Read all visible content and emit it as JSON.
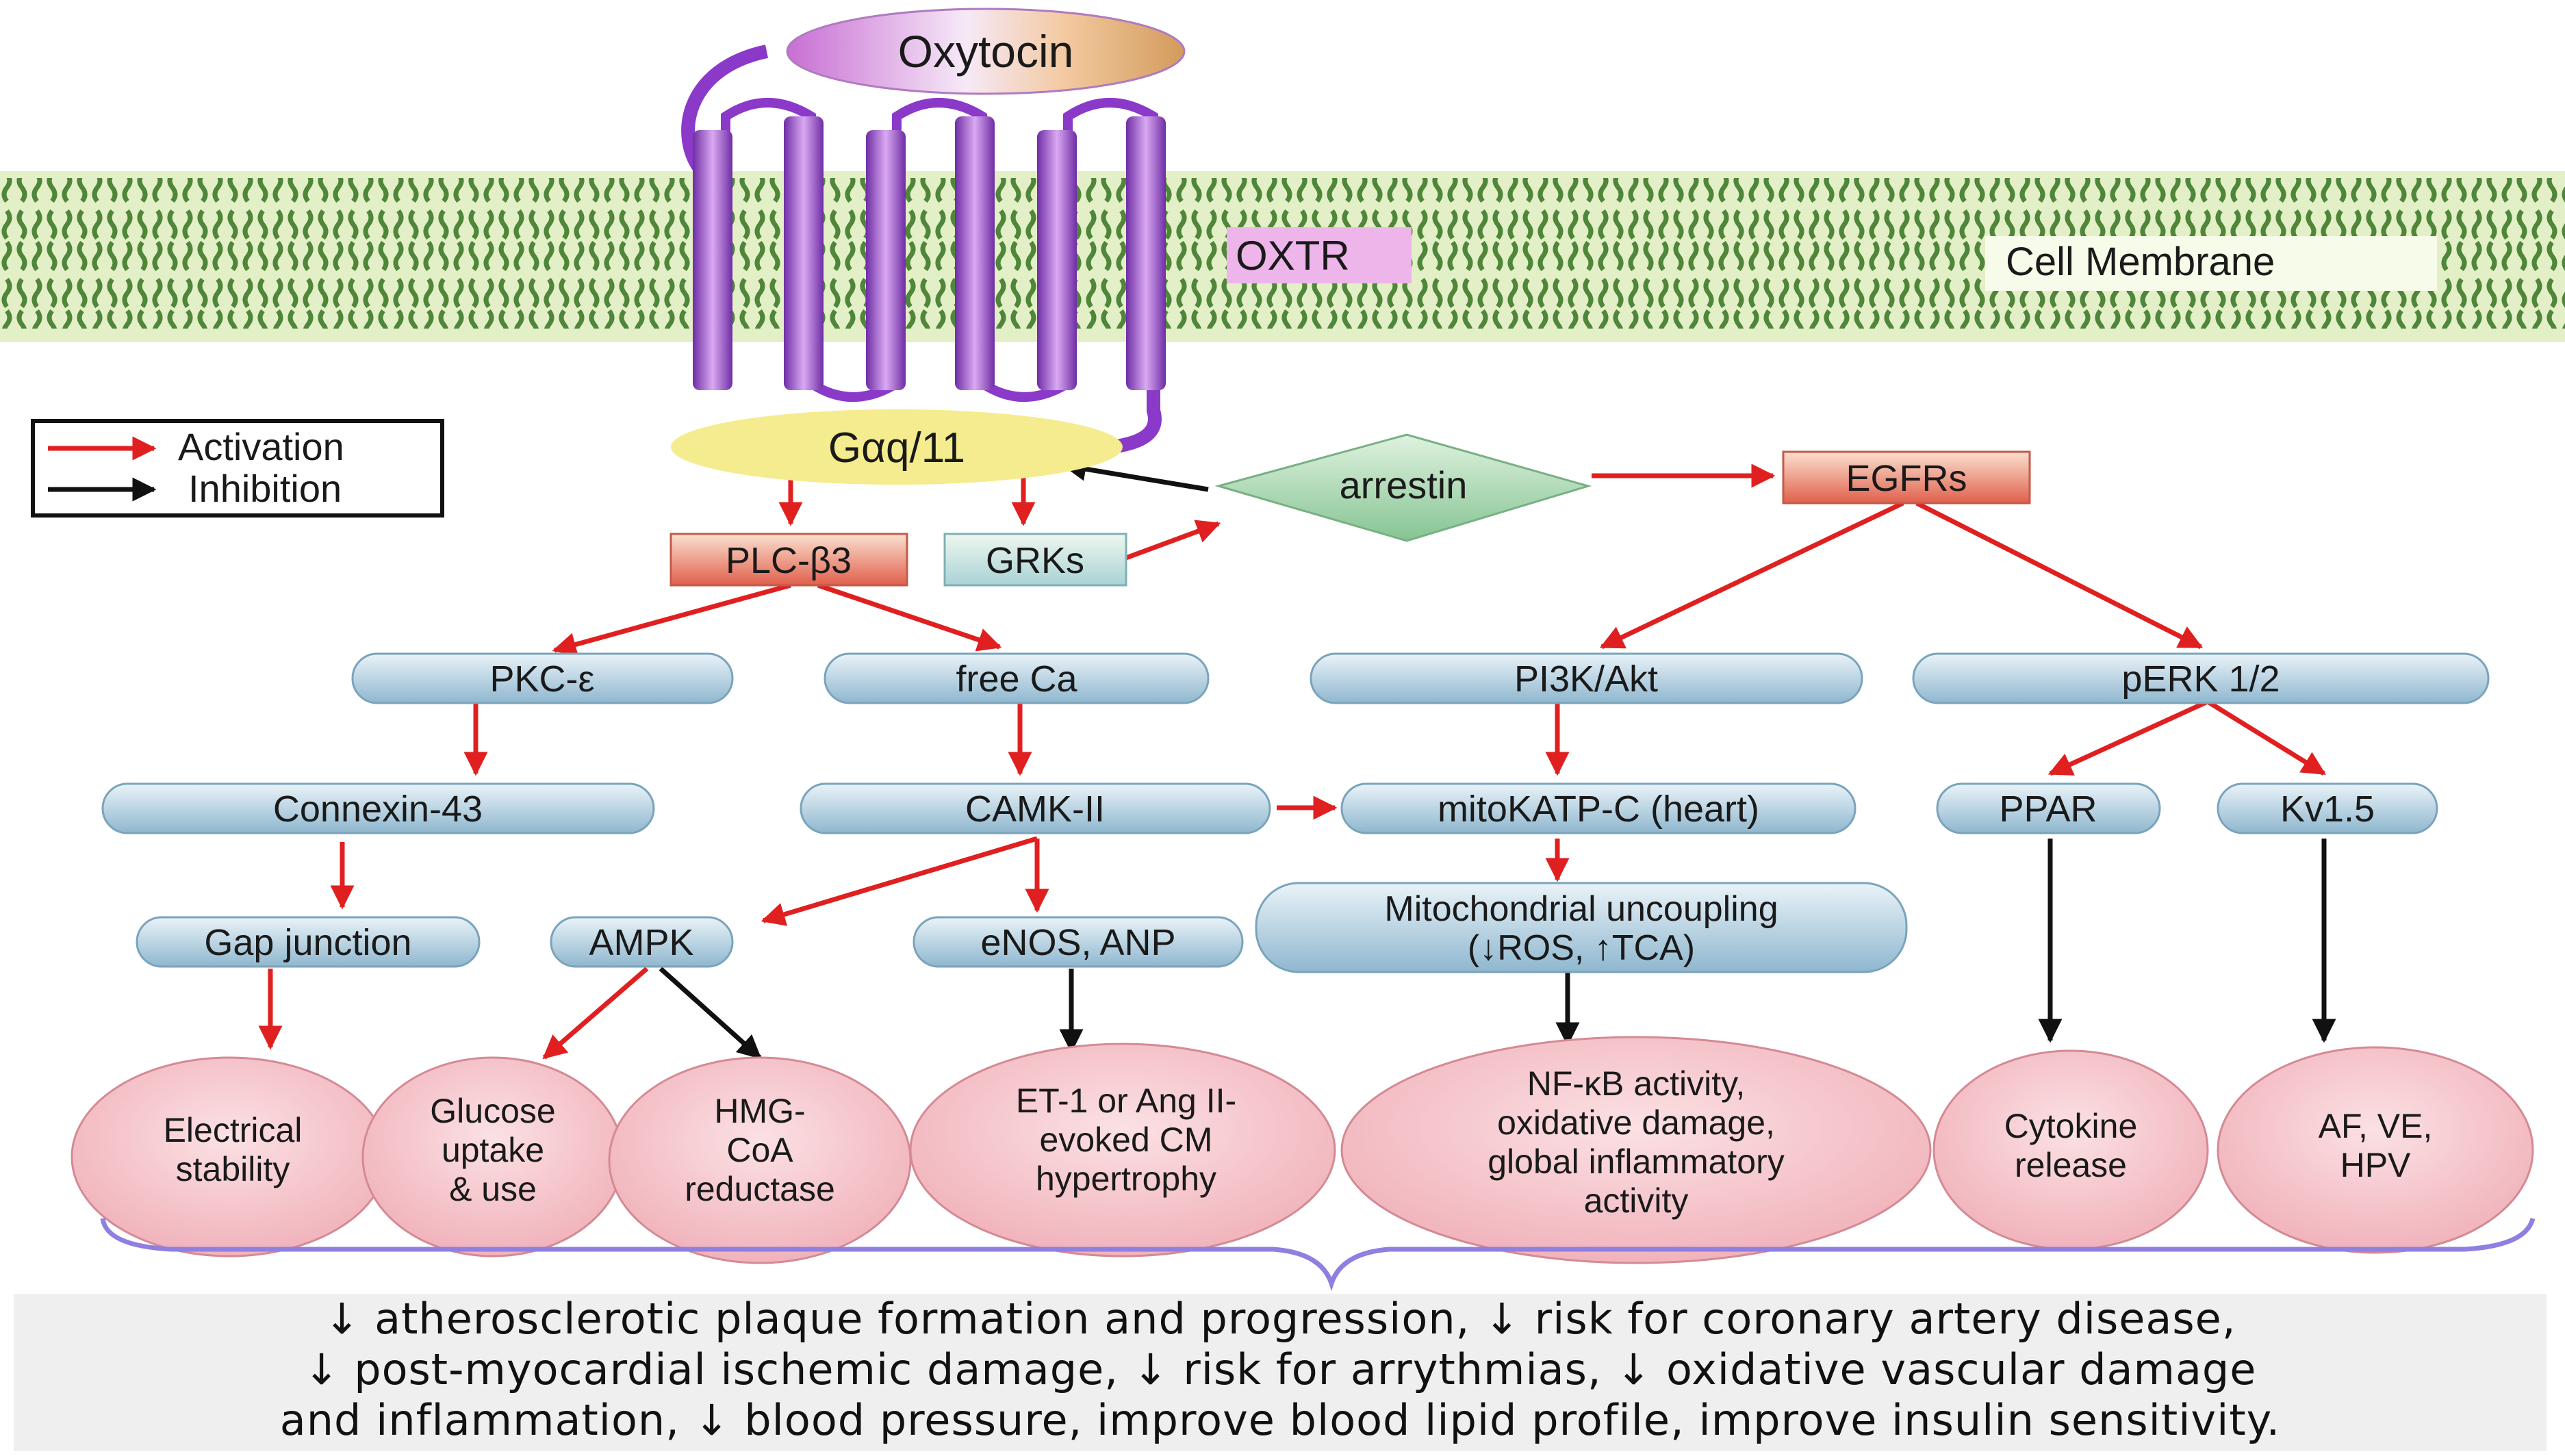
{
  "ligand": "Oxytocin",
  "receptor": "OXTR",
  "membrane_label": "Cell Membrane",
  "legend": {
    "activation": "Activation",
    "inhibition": "Inhibition"
  },
  "nodes": {
    "gaq": "Gαq/11",
    "arrestin": "arrestin",
    "egfrs": "EGFRs",
    "plc": "PLC-β3",
    "grks": "GRKs",
    "pkc": "PKC-ε",
    "free_ca": "free Ca",
    "pi3k": "PI3K/Akt",
    "perk": "pERK 1/2",
    "connexin": "Connexin-43",
    "camk": "CAMK-II",
    "mitokatp": "mitoKATP-C (heart)",
    "ppar": "PPAR",
    "kv": "Kv1.5",
    "gap": "Gap junction",
    "ampk": "AMPK",
    "enos": "eNOS, ANP",
    "mito_line1": "Mitochondrial uncoupling",
    "mito_line2": "(↓ROS, ↑TCA)"
  },
  "outcomes": {
    "electrical": [
      "Electrical",
      "stability"
    ],
    "glucose": [
      "Glucose",
      "uptake",
      "& use"
    ],
    "hmg": [
      "HMG-",
      "CoA",
      "reductase"
    ],
    "et1": [
      "ET-1 or Ang II-",
      "evoked CM",
      "hypertrophy"
    ],
    "nfkb": [
      "NF-κB activity,",
      "oxidative damage,",
      "global inflammatory",
      "activity"
    ],
    "cytokine": [
      "Cytokine",
      "release"
    ],
    "af": [
      "AF, VE,",
      "HPV"
    ]
  },
  "summary": [
    "↓ atherosclerotic plaque formation and progression, ↓ risk for coronary artery disease,",
    "↓ post-myocardial ischemic damage, ↓ risk for arrythmias, ↓ oxidative vascular damage",
    "and inflammation, ↓ blood pressure, improve blood lipid profile, improve insulin sensitivity."
  ],
  "colors": {
    "activation": "#e02020",
    "inhibition": "#111111",
    "receptor": "#9b4dd6",
    "membrane": "#d9eab8",
    "lipid": "#3e7a2a",
    "outcome_fill": "#f6c9cf",
    "node_fill": "#b9d6e6"
  }
}
